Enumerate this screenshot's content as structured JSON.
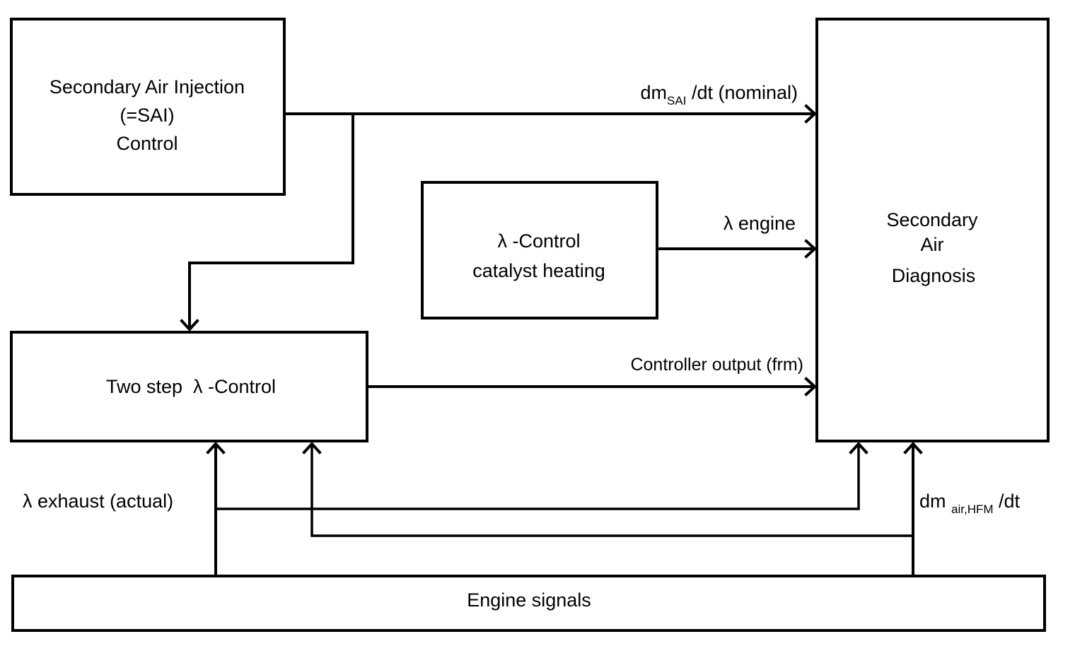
{
  "blocks": {
    "sai_control": {
      "line1": "Secondary Air Injection",
      "line2": "(=SAI)",
      "line3": "Control"
    },
    "lambda_heating": {
      "line1": "λ -Control",
      "line2": "catalyst heating"
    },
    "two_step": {
      "label": "Two step  λ -Control"
    },
    "diagnosis": {
      "line1": "Secondary",
      "line2": "Air",
      "line3": "Diagnosis"
    },
    "engine_signals": {
      "label": "Engine signals"
    }
  },
  "signals": {
    "sai_nominal": {
      "prefix": "dm",
      "subscript": "SAI",
      "suffix": " /dt (nominal)"
    },
    "lambda_engine": "λ engine",
    "controller_output": "Controller output (frm)",
    "lambda_exhaust": "λ exhaust (actual)",
    "air_hfm": {
      "prefix": "dm ",
      "subscript": "air,HFM",
      "suffix": " /dt"
    }
  },
  "colors": {
    "stroke": "#000000",
    "background": "#ffffff"
  }
}
